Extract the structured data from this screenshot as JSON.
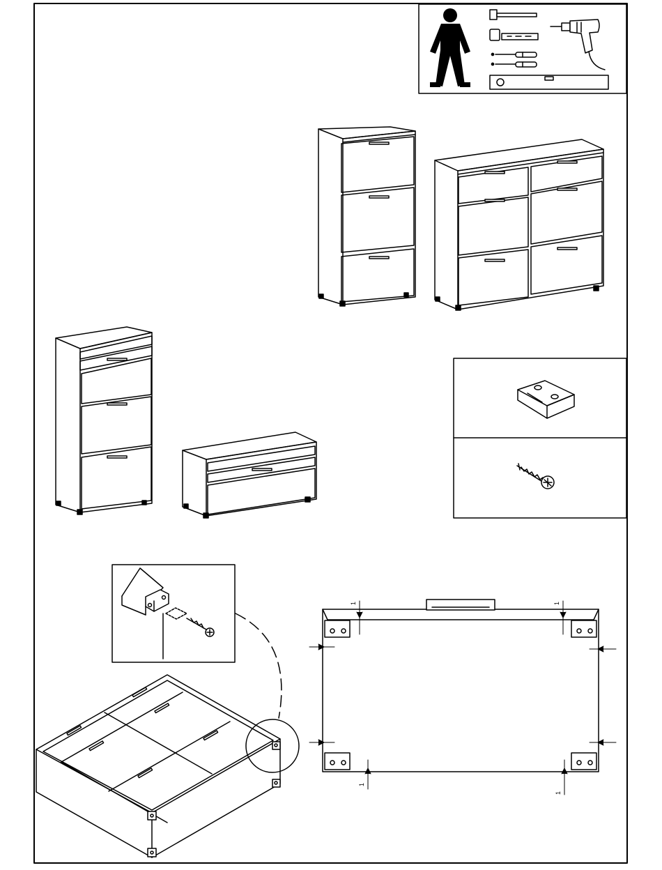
{
  "header": {
    "tools": [
      {
        "name": "person-icon"
      },
      {
        "name": "hammer-icon"
      },
      {
        "name": "mallet-icon"
      },
      {
        "name": "drill-icon"
      },
      {
        "name": "screwdriver-icon"
      },
      {
        "name": "screwdriver-icon"
      },
      {
        "name": "spirit-level-icon"
      }
    ]
  },
  "parts": [
    {
      "name": "connector-block-icon"
    },
    {
      "name": "screw-icon"
    }
  ],
  "measurements": {
    "top_left": "1",
    "top_right": "1",
    "bottom_left": "1",
    "bottom_right": "1"
  },
  "colors": {
    "line": "#000000",
    "background": "#ffffff",
    "dim_fill": "#cccccc"
  }
}
